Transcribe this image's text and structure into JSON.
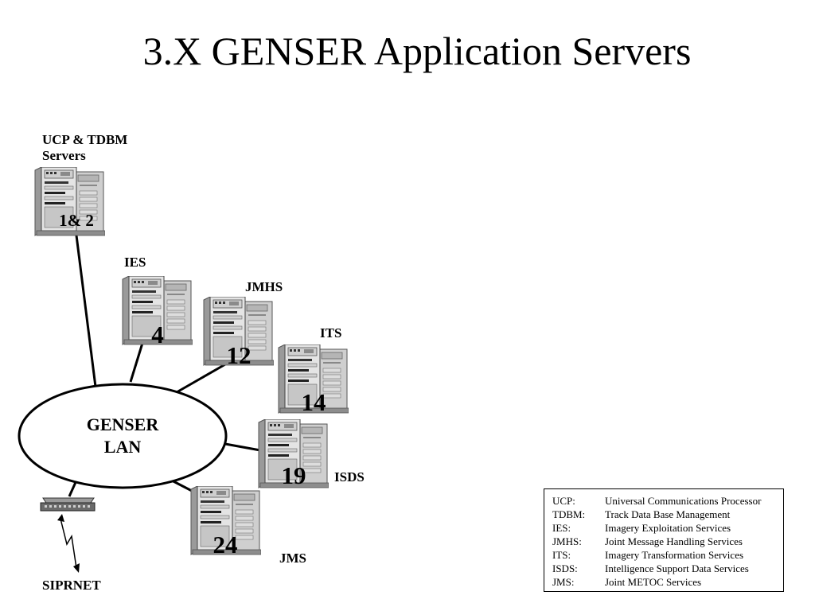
{
  "slide": {
    "title": "3.X GENSER Application Servers"
  },
  "network": {
    "lan_line1": "GENSER",
    "lan_line2": "LAN",
    "external_label": "SIPRNET"
  },
  "servers": [
    {
      "id": "ucp-tdbm",
      "label_line1": "UCP & TDBM",
      "label_line2": "Servers",
      "number": "1& 2"
    },
    {
      "id": "ies",
      "label": "IES",
      "number": "4"
    },
    {
      "id": "jmhs",
      "label": "JMHS",
      "number": "12"
    },
    {
      "id": "its",
      "label": "ITS",
      "number": "14"
    },
    {
      "id": "isds",
      "label": "ISDS",
      "number": "19"
    },
    {
      "id": "jms",
      "label": "JMS",
      "number": "24"
    }
  ],
  "legend": [
    {
      "abbr": "UCP:",
      "meaning": "Universal Communications Processor"
    },
    {
      "abbr": "TDBM:",
      "meaning": "Track Data Base Management"
    },
    {
      "abbr": "IES:",
      "meaning": "Imagery Exploitation Services"
    },
    {
      "abbr": "JMHS:",
      "meaning": "Joint Message Handling Services"
    },
    {
      "abbr": "ITS:",
      "meaning": "Imagery Transformation Services"
    },
    {
      "abbr": "ISDS:",
      "meaning": "Intelligence Support Data Services"
    },
    {
      "abbr": "JMS:",
      "meaning": "Joint METOC Services"
    }
  ]
}
